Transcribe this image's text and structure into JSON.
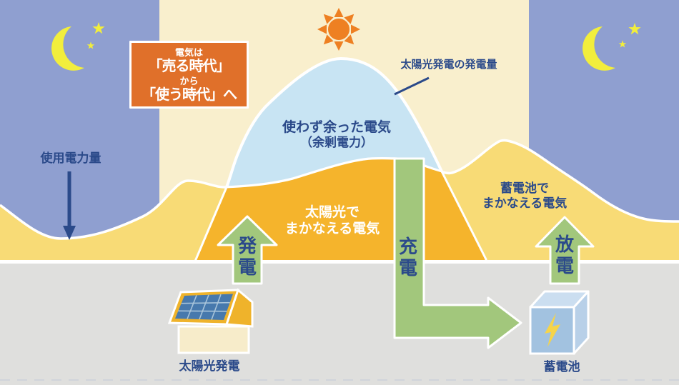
{
  "title_box": {
    "line1": "電気は",
    "line2": "「売る時代」",
    "line3": "から",
    "line4": "「使う時代」へ"
  },
  "labels": {
    "usage_power": "使用電力量",
    "solar_generation": "太陽光発電の発電量",
    "surplus": {
      "line1": "使わず余った電気",
      "line2": "（余剰電力）"
    },
    "solar_covered": {
      "line1": "太陽光で",
      "line2": "まかなえる電気"
    },
    "battery_covered": {
      "line1": "蓄電池で",
      "line2": "まかなえる電気"
    },
    "generation_arrow": "発電",
    "charge_arrow": "充電",
    "discharge_arrow": "放電",
    "solar_house": "太陽光発電",
    "battery": "蓄電池"
  },
  "icons": [
    "crescent-moon-icon",
    "star-icon",
    "sun-icon",
    "solar-house-icon",
    "battery-icon",
    "lightning-icon",
    "down-arrow-icon",
    "up-arrow-icon",
    "charge-flow-arrow-icon"
  ],
  "colors": {
    "night_sky": "#8f9fd0",
    "day_sky": "#f9efcd",
    "solar_curve": "#c8e4f3",
    "usage_area": "#f8db76",
    "overlap_area": "#f5b42c",
    "ground": "#dfdfdd",
    "arrow_green": "#a2c77c",
    "text_blue": "#2b4a8a",
    "box_orange": "#e0702a",
    "sun_orange": "#ee8022",
    "moon_yellow": "#f2ee3c",
    "roof_yellow": "#efb32b",
    "panel_blue": "#4779ad",
    "panel_grid": "#a8c4da",
    "house_body": "#f7ecca",
    "battery_front": "#a2c2e0",
    "battery_top": "#cbdef0",
    "battery_side": "#b8d0e8",
    "bolt_yellow": "#f6d44a"
  }
}
